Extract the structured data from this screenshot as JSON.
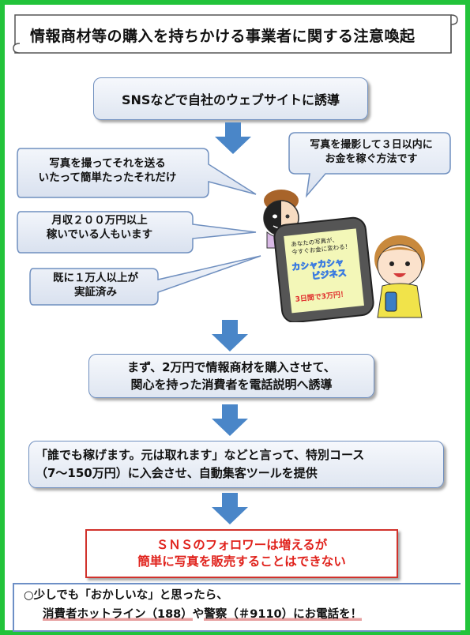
{
  "title": "情報商材等の購入を持ちかける事業者に関する注意喚起",
  "steps": {
    "step1": "SNSなどで自社のウェブサイトに誘導",
    "step2_line1": "まず、2万円で情報商材を購入させて、",
    "step2_line2": "関心を持った消費者を電話説明へ誘導",
    "step3_line1": "「誰でも稼げます。元は取れます」などと言って、特別コース",
    "step3_line2": "（7～150万円）に入会させ、自動集客ツールを提供"
  },
  "bubbles": {
    "b1_line1": "写真を撮ってそれを送る",
    "b1_line2": "いたって簡単たったそれだけ",
    "b2_line1": "月収２００万円以上",
    "b2_line2": "稼いでいる人もいます",
    "b3_line1": "既に１万人以上が",
    "b3_line2": "実証済み",
    "b4_line1": "写真を撮影して３日以内に",
    "b4_line2": "お金を稼ぐ方法です"
  },
  "phone_screen": {
    "line1": "あなたの写真が、",
    "line2": "今すぐお金に変わる！",
    "line3": "カシャカシャ",
    "line4": "ビジネス",
    "line5": "3日間で3万円！"
  },
  "warning": {
    "line1": "ＳＮＳのフォロワーは増えるが",
    "line2": "簡単に写真を販売することはできない"
  },
  "footer": {
    "line1": "○少しでも「おかしいな」と思ったら、",
    "line2_a": "消費者ホットライン（188）",
    "line2_b": "や",
    "line2_c": "警察（＃9110）",
    "line2_d": "にお電話を！"
  },
  "colors": {
    "frame": "#22c33a",
    "box_border": "#6f8fbf",
    "arrow": "#4a86c8",
    "warning_text": "#e0221c"
  }
}
